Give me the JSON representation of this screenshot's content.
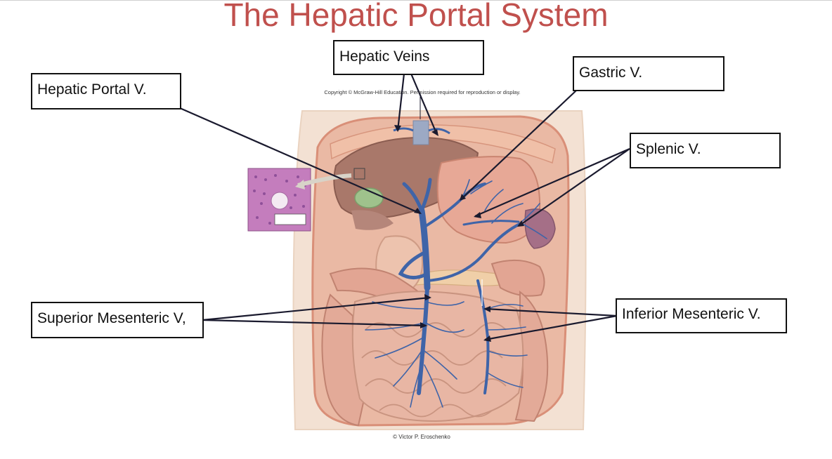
{
  "title": "The Hepatic Portal System",
  "copyright": "Copyright © McGraw-Hill Education. Permission required for reproduction or display.",
  "credit": "© Victor P. Eroschenko",
  "labels": {
    "hepatic_veins": "Hepatic Veins",
    "hepatic_portal": "Hepatic Portal V.",
    "gastric": "Gastric V.",
    "splenic": "Splenic V.",
    "superior_mesenteric": "Superior Mesenteric V,",
    "inferior_mesenteric": "Inferior Mesenteric V."
  },
  "colors": {
    "title": "#c0504d",
    "vein": "#3f64a8",
    "tissue": "#e5ad9b",
    "skin": "#f3dfcf",
    "histology": "#b86bb5"
  }
}
